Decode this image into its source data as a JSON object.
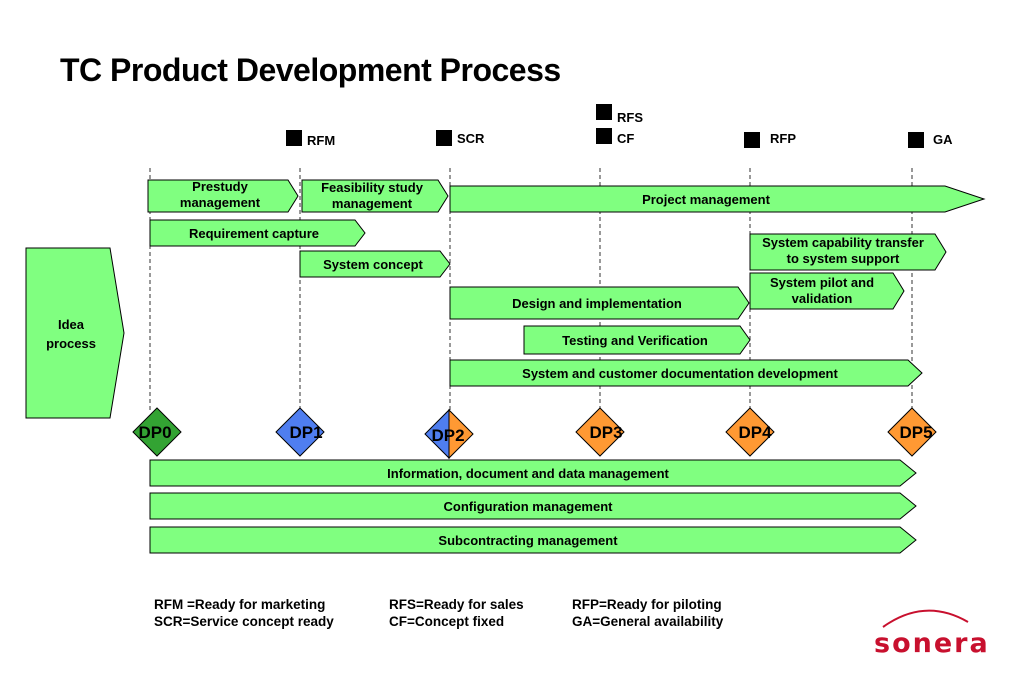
{
  "title": "TC Product Development Process",
  "milestones": [
    "RFS",
    "RFM",
    "SCR",
    "CF",
    "RFP",
    "GA"
  ],
  "idea": {
    "line1": "Idea",
    "line2": "process"
  },
  "activities": {
    "prestudy": [
      "Prestudy",
      "management"
    ],
    "feasibility": [
      "Feasibility study",
      "management"
    ],
    "project_mgmt": "Project management",
    "requirement": "Requirement capture",
    "capability": [
      "System capability transfer",
      "to system support"
    ],
    "concept": "System concept",
    "pilot": [
      "System pilot and",
      "validation"
    ],
    "design": "Design and implementation",
    "testing": "Testing and Verification",
    "documentation": "System and customer documentation development",
    "info_mgmt": "Information, document and data management",
    "config_mgmt": "Configuration management",
    "subcontract": "Subcontracting management"
  },
  "decision_points": [
    "DP0",
    "DP1",
    "DP2",
    "DP3",
    "DP4",
    "DP5"
  ],
  "legend": {
    "col1": [
      "RFM =Ready for marketing",
      "SCR=Service concept ready"
    ],
    "col2": [
      "RFS=Ready for sales",
      "CF=Concept fixed"
    ],
    "col3": [
      "RFP=Ready for piloting",
      "GA=General availability"
    ]
  },
  "logo": "sonera",
  "colors": {
    "bar": "#80ff80",
    "dp_green": "#33a333",
    "dp_blue": "#4f7ef0",
    "dp_orange": "#ff9933",
    "logo": "#c8102e"
  }
}
